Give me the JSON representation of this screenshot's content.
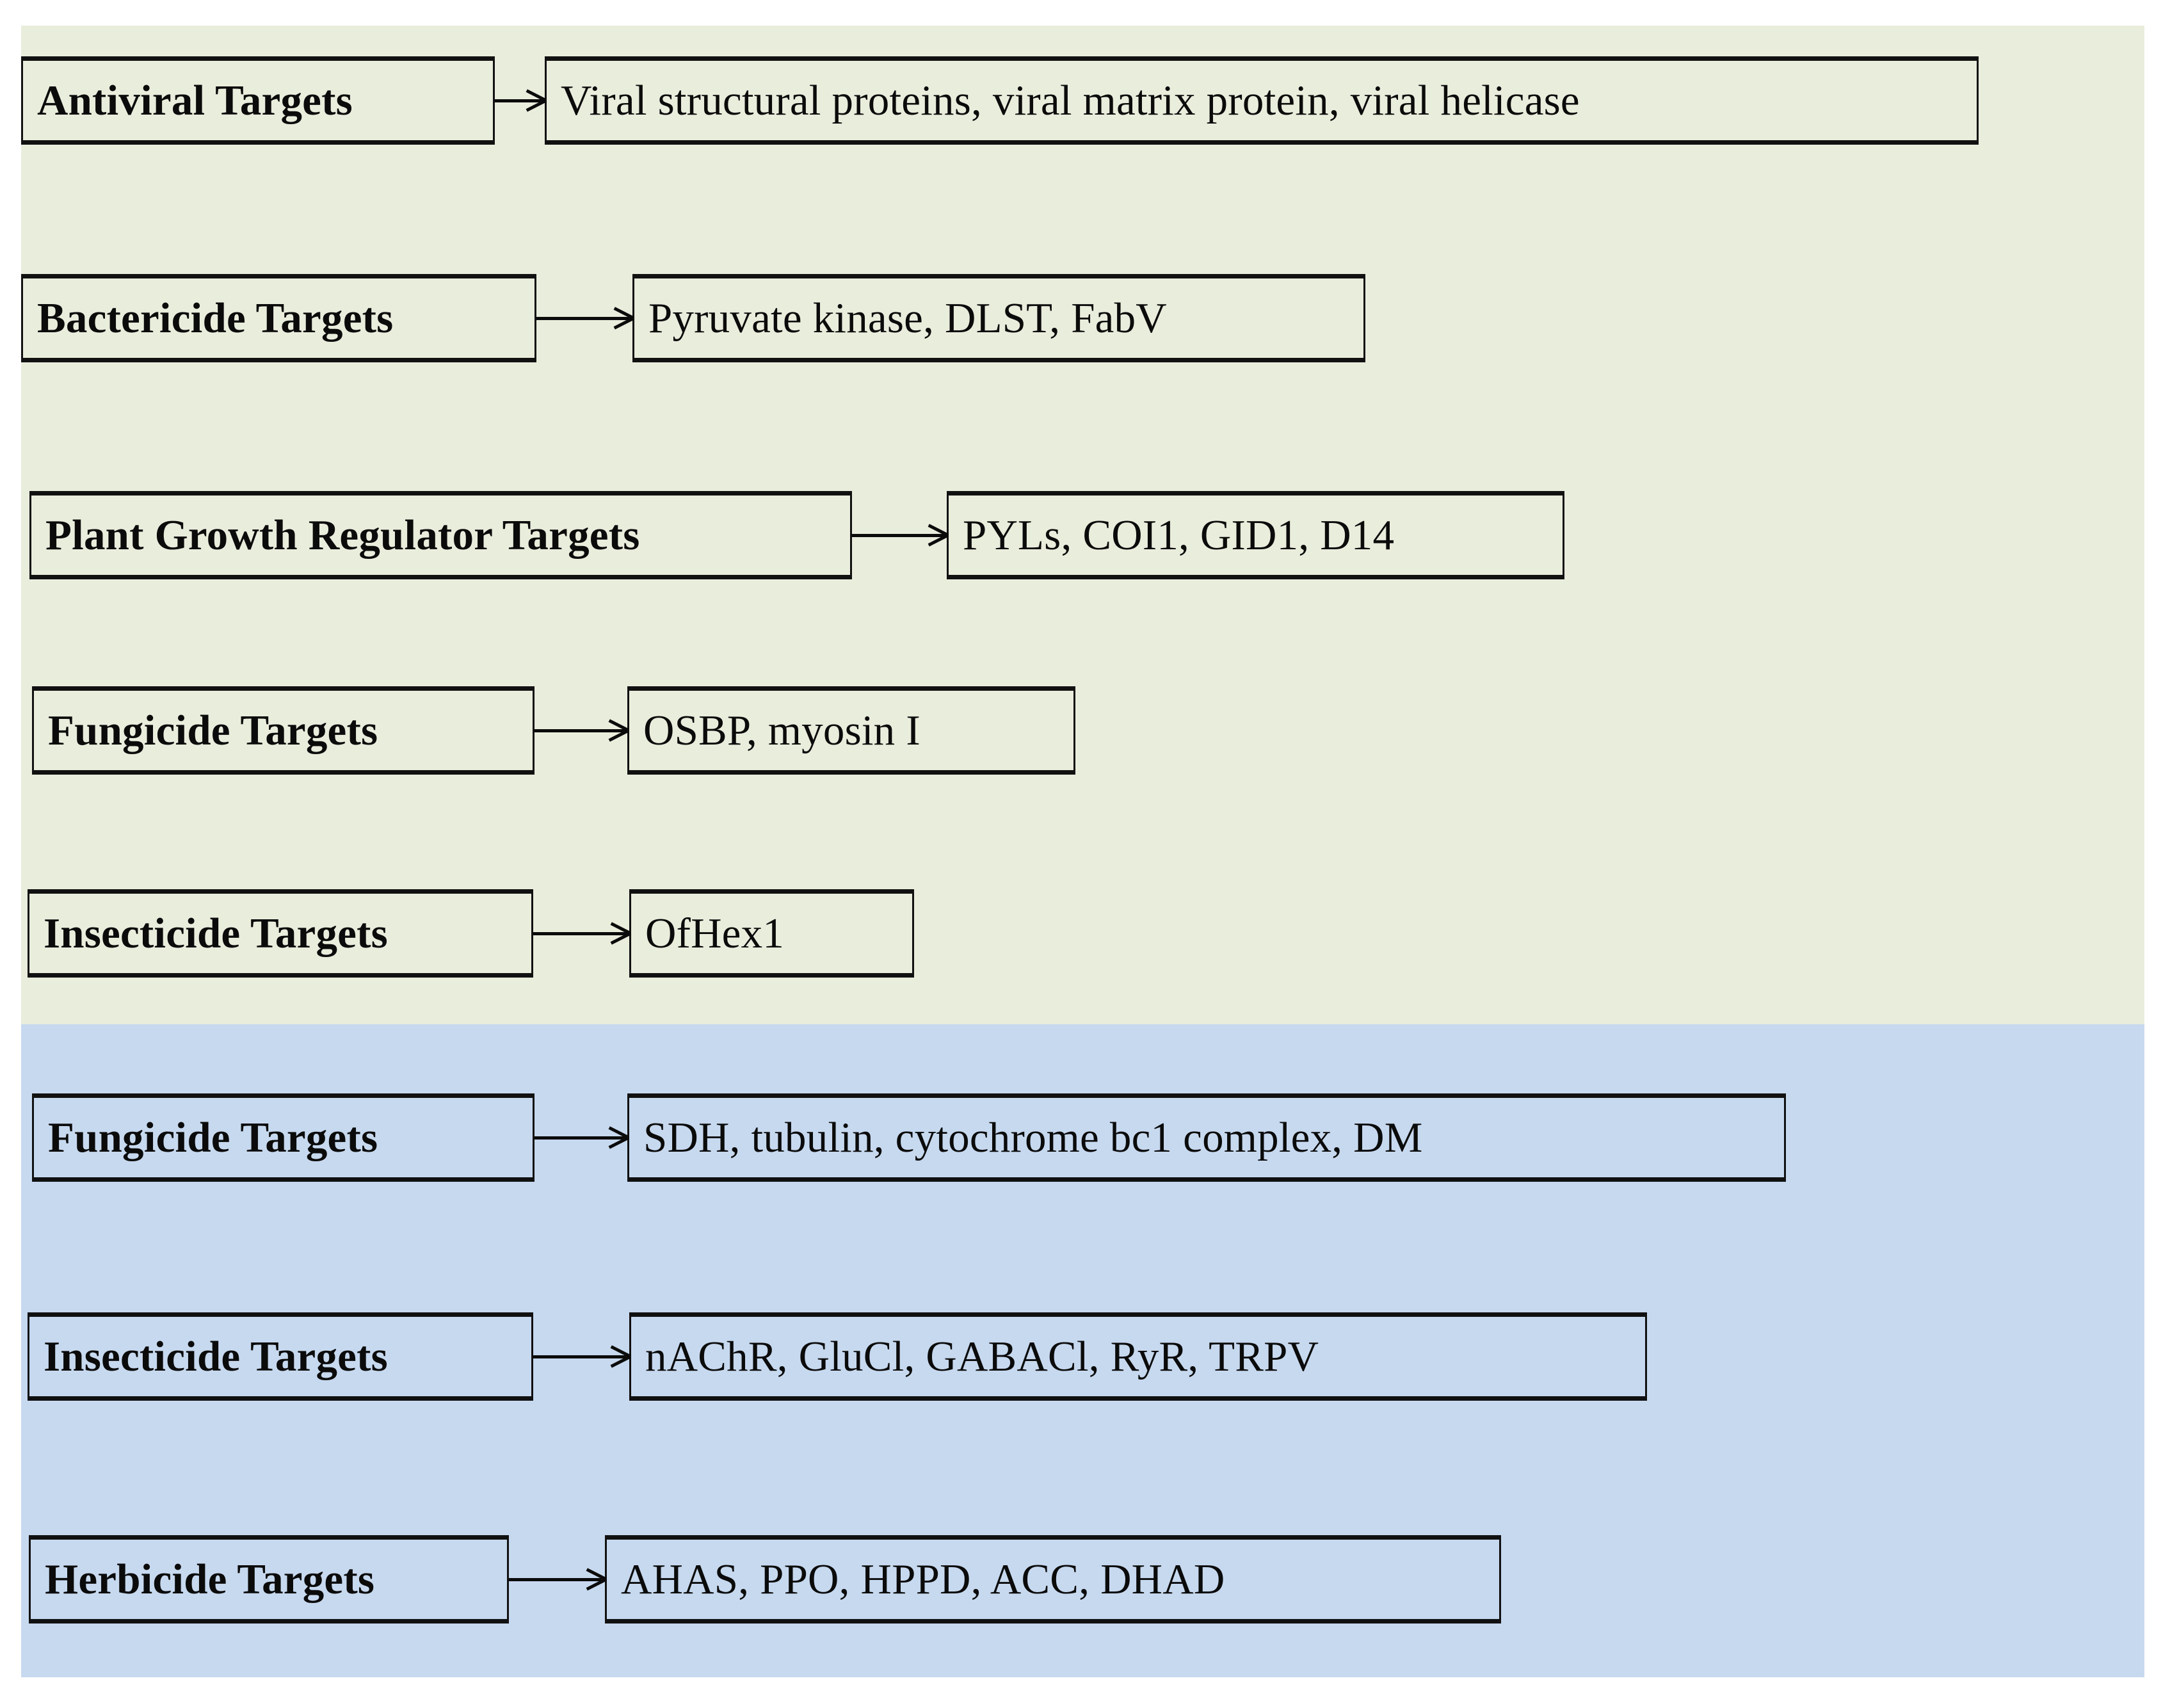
{
  "colors": {
    "band_green": "#E9EDDC",
    "band_blue": "#C7D9EF",
    "box_border": "#111111",
    "text": "#0B0B0B",
    "page_background": "#FFFFFF"
  },
  "sections": [
    {
      "id": "green-section",
      "background": "#E9EDDC",
      "rows": [
        {
          "id": "antiviral",
          "label": "Antiviral Targets",
          "value": "Viral structural proteins, viral matrix protein, viral helicase"
        },
        {
          "id": "bactericide",
          "label": "Bactericide Targets",
          "value": "Pyruvate kinase, DLST, FabV"
        },
        {
          "id": "plant-growth-regulator",
          "label": "Plant Growth Regulator Targets",
          "value": "PYLs, COI1, GID1, D14"
        },
        {
          "id": "fungicide-green",
          "label": "Fungicide Targets",
          "value": "OSBP, myosin I"
        },
        {
          "id": "insecticide-green",
          "label": "Insecticide Targets",
          "value": "OfHex1"
        }
      ]
    },
    {
      "id": "blue-section",
      "background": "#C7D9EF",
      "rows": [
        {
          "id": "fungicide-blue",
          "label": "Fungicide Targets",
          "value": "SDH, tubulin, cytochrome bc1 complex, DM"
        },
        {
          "id": "insecticide-blue",
          "label": "Insecticide Targets",
          "value": "nAChR, GluCl, GABACl, RyR, TRPV"
        },
        {
          "id": "herbicide-blue",
          "label": "Herbicide Targets",
          "value": "AHAS, PPO, HPPD, ACC, DHAD"
        }
      ]
    }
  ]
}
